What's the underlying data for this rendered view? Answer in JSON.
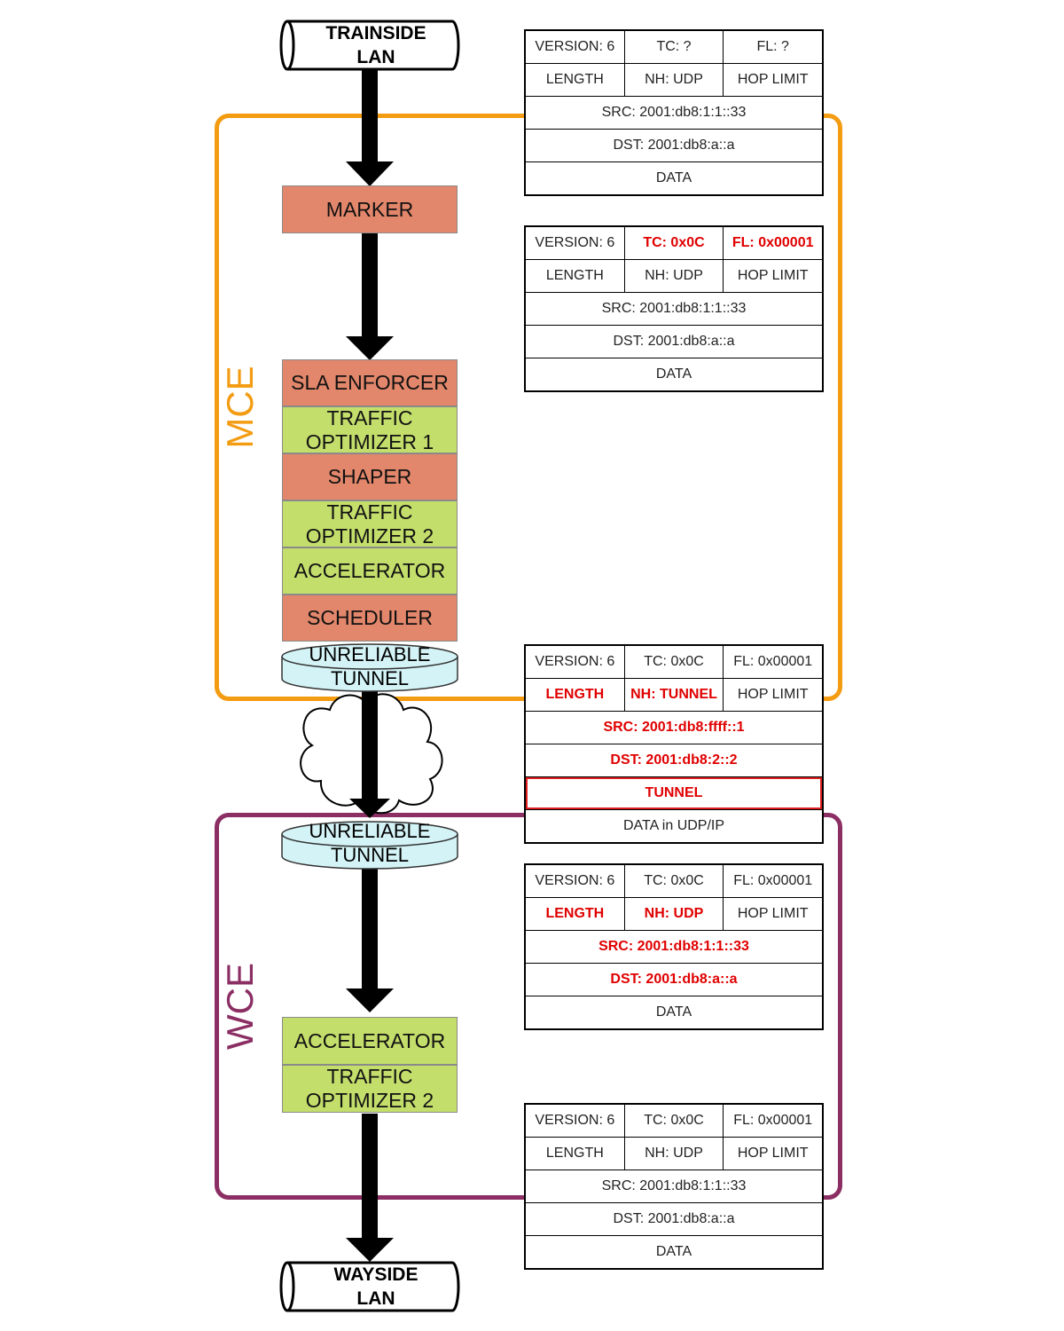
{
  "colors": {
    "mce": "#f39c12",
    "wce": "#8b2e63",
    "stage_red": "#e2876b",
    "stage_green": "#c4de6c",
    "tunnel_fill": "#d4f3f6",
    "highlight": "#e00000"
  },
  "endpoints": {
    "top": "TRAINSIDE\nLAN",
    "bottom": "WAYSIDE\nLAN"
  },
  "groups": {
    "mce_label": "MCE",
    "wce_label": "WCE"
  },
  "stages": [
    {
      "name": "marker",
      "label": "MARKER",
      "color": "red"
    },
    {
      "name": "sla-enforcer",
      "label": "SLA ENFORCER",
      "color": "red"
    },
    {
      "name": "traffic-optimizer-1",
      "label": "TRAFFIC\nOPTIMIZER 1",
      "color": "green"
    },
    {
      "name": "shaper",
      "label": "SHAPER",
      "color": "red"
    },
    {
      "name": "traffic-optimizer-2",
      "label": "TRAFFIC\nOPTIMIZER 2",
      "color": "green"
    },
    {
      "name": "accelerator",
      "label": "ACCELERATOR",
      "color": "green"
    },
    {
      "name": "scheduler",
      "label": "SCHEDULER",
      "color": "red"
    },
    {
      "name": "wce-accelerator",
      "label": "ACCELERATOR",
      "color": "green"
    },
    {
      "name": "wce-traffic-optimizer-2",
      "label": "TRAFFIC\nOPTIMIZER 2",
      "color": "green"
    }
  ],
  "tunnels": {
    "upper": "UNRELIABLE\nTUNNEL",
    "lower": "UNRELIABLE\nTUNNEL"
  },
  "headers": [
    {
      "rows": [
        [
          {
            "text": "VERSION: 6"
          },
          {
            "text": "TC: ?"
          },
          {
            "text": "FL: ?"
          }
        ],
        [
          {
            "text": "LENGTH"
          },
          {
            "text": "NH: UDP"
          },
          {
            "text": "HOP LIMIT"
          }
        ],
        [
          {
            "text": "SRC:  2001:db8:1:1::33"
          }
        ],
        [
          {
            "text": "DST:  2001:db8:a::a"
          }
        ],
        [
          {
            "text": "DATA"
          }
        ]
      ]
    },
    {
      "rows": [
        [
          {
            "text": "VERSION: 6"
          },
          {
            "text": "TC: 0x0C",
            "hl": true
          },
          {
            "text": "FL: 0x00001",
            "hl": true
          }
        ],
        [
          {
            "text": "LENGTH"
          },
          {
            "text": "NH: UDP"
          },
          {
            "text": "HOP LIMIT"
          }
        ],
        [
          {
            "text": "SRC:  2001:db8:1:1::33"
          }
        ],
        [
          {
            "text": "DST:  2001:db8:a::a"
          }
        ],
        [
          {
            "text": "DATA"
          }
        ]
      ]
    },
    {
      "rows": [
        [
          {
            "text": "VERSION: 6"
          },
          {
            "text": "TC: 0x0C"
          },
          {
            "text": "FL: 0x00001"
          }
        ],
        [
          {
            "text": "LENGTH",
            "hl": true
          },
          {
            "text": "NH: TUNNEL",
            "hl": true
          },
          {
            "text": "HOP LIMIT"
          }
        ],
        [
          {
            "text": "SRC:  2001:db8:ffff::1",
            "hl": true
          }
        ],
        [
          {
            "text": "DST:  2001:db8:2::2",
            "hl": true
          }
        ],
        [
          {
            "text": "TUNNEL",
            "hl": true,
            "boxed": true
          }
        ],
        [
          {
            "text": "DATA in UDP/IP"
          }
        ]
      ]
    },
    {
      "rows": [
        [
          {
            "text": "VERSION: 6"
          },
          {
            "text": "TC: 0x0C"
          },
          {
            "text": "FL: 0x00001"
          }
        ],
        [
          {
            "text": "LENGTH",
            "hl": true
          },
          {
            "text": "NH: UDP",
            "hl": true
          },
          {
            "text": "HOP LIMIT"
          }
        ],
        [
          {
            "text": "SRC:  2001:db8:1:1::33",
            "hl": true
          }
        ],
        [
          {
            "text": "DST:  2001:db8:a::a",
            "hl": true
          }
        ],
        [
          {
            "text": "DATA"
          }
        ]
      ]
    },
    {
      "rows": [
        [
          {
            "text": "VERSION: 6"
          },
          {
            "text": "TC: 0x0C"
          },
          {
            "text": "FL: 0x00001"
          }
        ],
        [
          {
            "text": "LENGTH"
          },
          {
            "text": "NH: UDP"
          },
          {
            "text": "HOP LIMIT"
          }
        ],
        [
          {
            "text": "SRC:  2001:db8:1:1::33"
          }
        ],
        [
          {
            "text": "DST:  2001:db8:a::a"
          }
        ],
        [
          {
            "text": "DATA"
          }
        ]
      ]
    }
  ]
}
